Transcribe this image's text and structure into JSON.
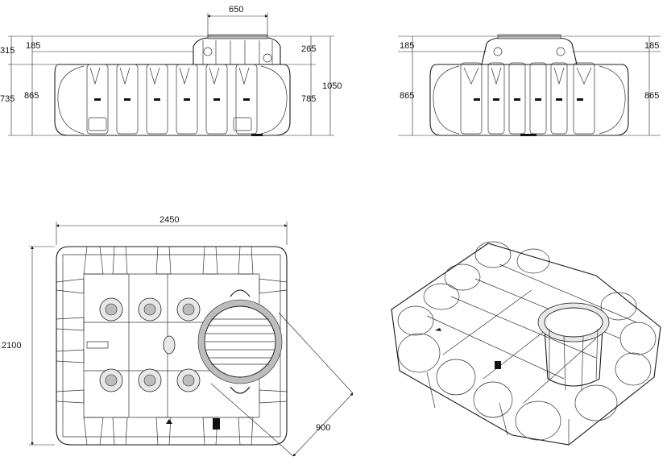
{
  "front_view": {
    "width_top": "650",
    "dims": [
      "315",
      "185",
      "735",
      "865",
      "265",
      "785",
      "1050"
    ]
  },
  "side_view": {
    "dims": [
      "185",
      "185",
      "865",
      "865"
    ]
  },
  "plan_view": {
    "length": "2450",
    "width": "2100",
    "cover": "900"
  }
}
